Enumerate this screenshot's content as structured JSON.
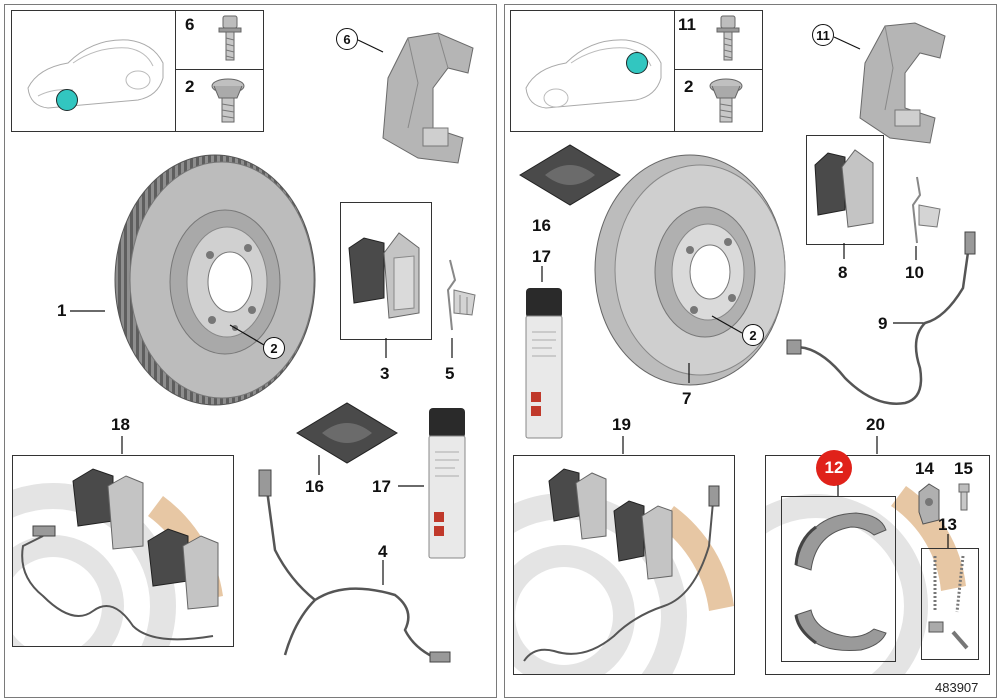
{
  "image_id": "483907",
  "colors": {
    "highlight": "#32c6c0",
    "badge": "#e0221a",
    "disc": "#9c9c9c",
    "beige": "#e7c7a4"
  },
  "left": {
    "bolt_top": "6",
    "bolt_bottom": "2",
    "carrier": "6",
    "disc": "1",
    "disc_bolt": "2",
    "pads": "3",
    "spring": "5",
    "kit": "18",
    "paste": "16",
    "spray": "17",
    "sensor": "4"
  },
  "right": {
    "bolt_top": "11",
    "bolt_bottom": "2",
    "carrier": "11",
    "paste": "16",
    "spray": "17",
    "disc": "7",
    "disc_bolt": "2",
    "pads": "8",
    "spring": "10",
    "sensor": "9",
    "kit": "19",
    "shoe_kit": "20",
    "shoes_badge": "12",
    "adjuster": "14",
    "pin": "15",
    "springs": "13"
  }
}
